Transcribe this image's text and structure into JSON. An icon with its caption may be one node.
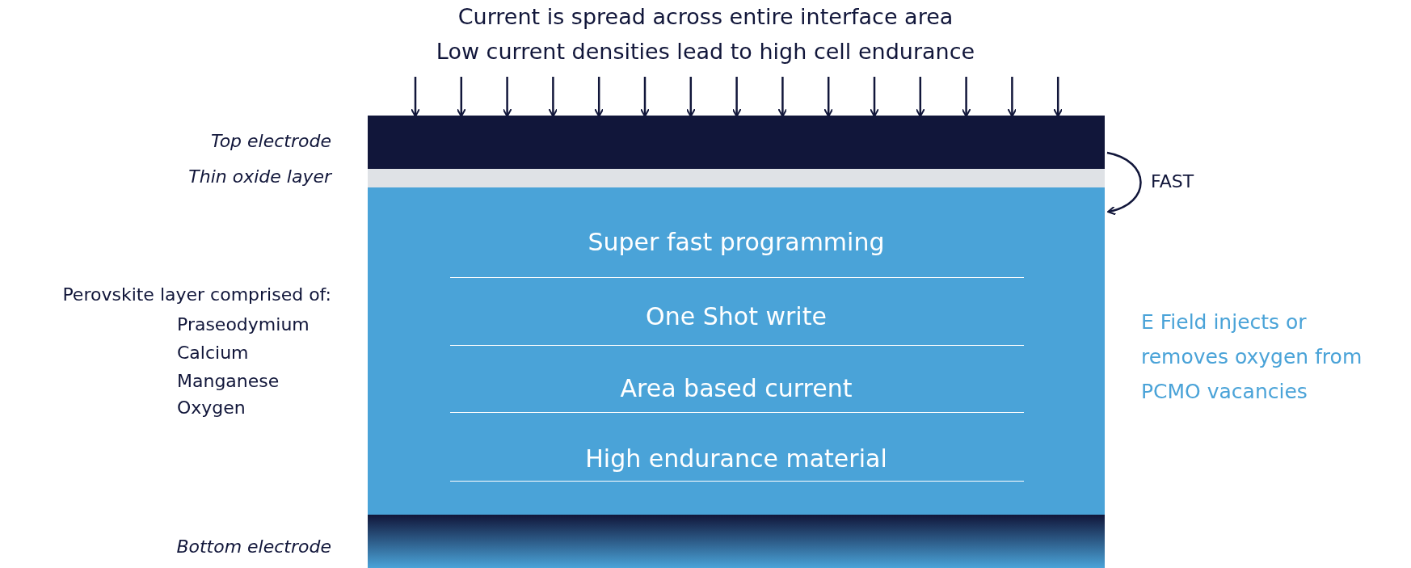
{
  "diagram": {
    "nodes": [
      {
        "text": [],
        "shape": "bar",
        "beside": [
          "Top electrode"
        ]
      },
      {
        "text": [],
        "shape": "bar",
        "beside": [
          "Thin oxide layer"
        ]
      },
      {
        "text": [
          "Super fast programming",
          "One Shot write",
          "Area based current",
          "High endurance material"
        ],
        "beside": [
          "Perovskite layer comprised of:",
          "Praseodymium",
          "Calcium",
          "Manganese",
          "Oxygen"
        ]
      },
      {
        "text": [],
        "shape": "bar",
        "beside": [
          "Bottom electrode"
        ]
      }
    ],
    "edges": [
      {
        "from": null,
        "to": 0,
        "arrow": "to"
      },
      {
        "from": null,
        "to": 0,
        "arrow": "to"
      },
      {
        "from": null,
        "to": 0,
        "arrow": "to"
      },
      {
        "from": null,
        "to": 0,
        "arrow": "to"
      },
      {
        "from": null,
        "to": 0,
        "arrow": "to"
      },
      {
        "from": null,
        "to": 0,
        "arrow": "to"
      },
      {
        "from": null,
        "to": 0,
        "arrow": "to"
      },
      {
        "from": null,
        "to": 0,
        "arrow": "to"
      },
      {
        "from": null,
        "to": 0,
        "arrow": "to"
      },
      {
        "from": null,
        "to": 0,
        "arrow": "to"
      },
      {
        "from": null,
        "to": 0,
        "arrow": "to"
      },
      {
        "from": null,
        "to": 0,
        "arrow": "to"
      },
      {
        "from": null,
        "to": 0,
        "arrow": "to"
      },
      {
        "from": null,
        "to": 0,
        "arrow": "to"
      },
      {
        "from": null,
        "to": 0,
        "arrow": "to"
      },
      {
        "from": 0,
        "to": 2,
        "arrow": "to",
        "label": "FAST"
      }
    ],
    "labels": [
      "Current is spread across entire interface area",
      "Low current densities lead to high cell endurance",
      "E Field injects or removes oxygen from PCMO vacancies"
    ]
  }
}
